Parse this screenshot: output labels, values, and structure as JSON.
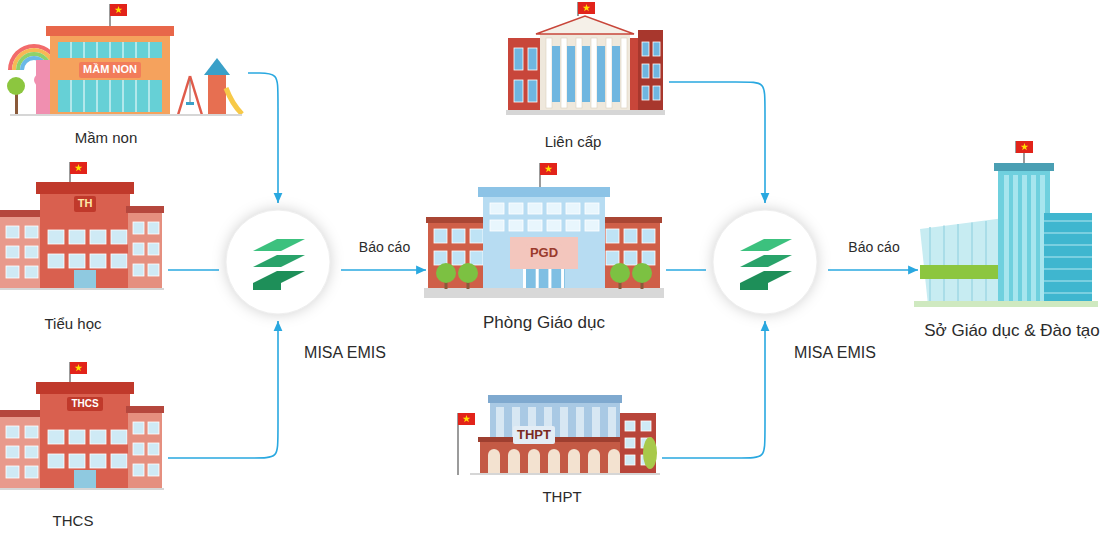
{
  "diagram": {
    "nodes": [
      {
        "text": [
          "MẦM NON",
          "Mầm non"
        ]
      },
      {
        "text": [
          "TH",
          "Tiểu học"
        ]
      },
      {
        "text": [
          "THCS",
          "THCS"
        ]
      },
      {
        "text": [
          "MISA EMIS"
        ]
      },
      {
        "text": [
          "Liên cấp"
        ]
      },
      {
        "text": [
          "PGD",
          "Phòng Giáo dục"
        ]
      },
      {
        "text": [
          "THPT",
          "THPT"
        ]
      },
      {
        "text": [
          "MISA EMIS"
        ]
      },
      {
        "text": [
          "Sở Giáo dục & Đào tạo"
        ]
      }
    ],
    "edges": [
      {
        "from": 0,
        "to": 3,
        "arrow": "to"
      },
      {
        "from": 1,
        "to": 3,
        "arrow": "none"
      },
      {
        "from": 2,
        "to": 3,
        "arrow": "to"
      },
      {
        "from": 3,
        "to": 5,
        "label": "Báo cáo",
        "arrow": "to"
      },
      {
        "from": 4,
        "to": 7,
        "arrow": "to"
      },
      {
        "from": 5,
        "to": 7,
        "arrow": "none"
      },
      {
        "from": 6,
        "to": 7,
        "arrow": "to"
      },
      {
        "from": 7,
        "to": 8,
        "label": "Báo cáo",
        "arrow": "to"
      }
    ]
  }
}
